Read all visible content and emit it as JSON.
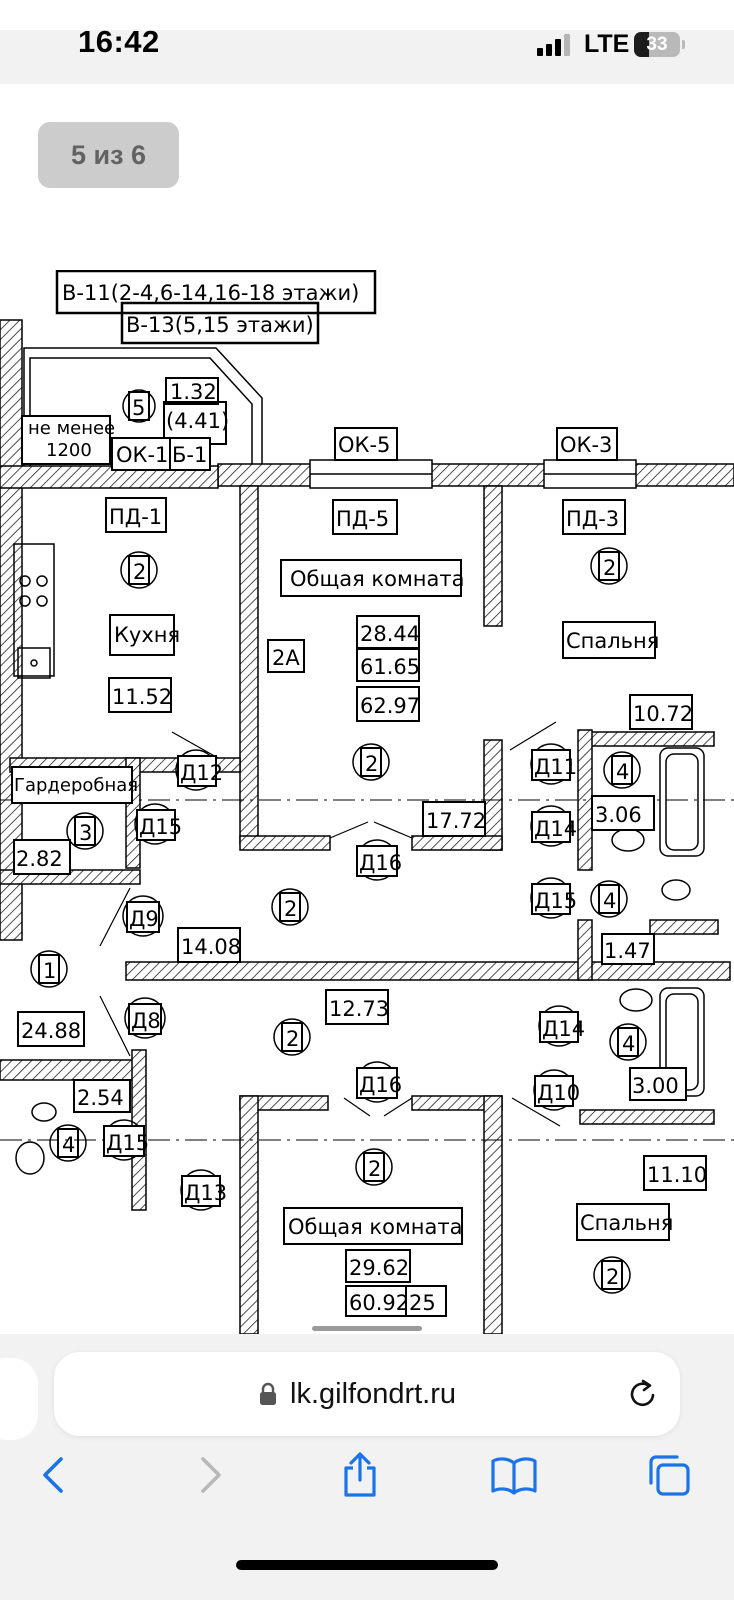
{
  "status_bar": {
    "time": "16:42",
    "network": "LTE",
    "battery_level": "33",
    "battery_fraction": 0.33
  },
  "viewer": {
    "page_counter": "5 из 6"
  },
  "floor_plan": {
    "header_notes": [
      "В-11(2-4,6-14,16-18 этажи)",
      "В-13(5,15 этажи)"
    ],
    "balcony": {
      "area_top": "1.32",
      "area_bottom": "(4.41)",
      "room_number": "5",
      "note_line1": "не менее",
      "note_line2": "1200",
      "window": "ОК-1",
      "door": "Б-1"
    },
    "window_labels": [
      "ОК-5",
      "ОК-3"
    ],
    "balcony_door_labels": [
      "ПД-1",
      "ПД-5",
      "ПД-3"
    ],
    "apartment_type": "2А",
    "apartment_areas": [
      "28.44",
      "61.65",
      "62.97"
    ],
    "apartment_areas_bottom": [
      "29.62",
      "60.92",
      "25"
    ],
    "rooms": {
      "kitchen": {
        "name": "Кухня",
        "area": "11.52",
        "number": "2"
      },
      "living_room": {
        "name": "Общая комната",
        "area": "17.72",
        "number": "2"
      },
      "living_room_top_number": "2",
      "bedroom": {
        "name": "Спальня",
        "area": "10.72",
        "number": "2"
      },
      "wardrobe": {
        "name": "Гардеробная",
        "area": "2.82",
        "number": "3"
      },
      "bathroom_1": {
        "area": "3.06",
        "number": "4"
      },
      "wc_1": {
        "area": "1.47",
        "number": "4"
      },
      "corridor_1": {
        "area": "14.08",
        "number": "2"
      },
      "hall": {
        "area": "24.88",
        "number": "1"
      },
      "corridor_2": {
        "area": "12.73",
        "number": "2"
      },
      "bathroom_2": {
        "area": "3.00",
        "number": "4"
      },
      "wc_2": {
        "area": "2.54",
        "number": "4"
      },
      "living_room_2": {
        "name": "Общая комната",
        "number": "2"
      },
      "bedroom_2": {
        "name": "Спальня",
        "area": "11.10",
        "number": "2"
      }
    },
    "doors": {
      "d12": "Д12",
      "d15_wardrobe": "Д15",
      "d11": "Д11",
      "d14_top": "Д14",
      "d16_top": "Д16",
      "d15_wc": "Д15",
      "d9": "Д9",
      "d8": "Д8",
      "d14_bottom": "Д14",
      "d16_bottom": "Д16",
      "d10": "Д10",
      "d15_bottom": "Д15",
      "d13": "Д13"
    }
  },
  "browser": {
    "url": "lk.gilfondrt.ru"
  }
}
